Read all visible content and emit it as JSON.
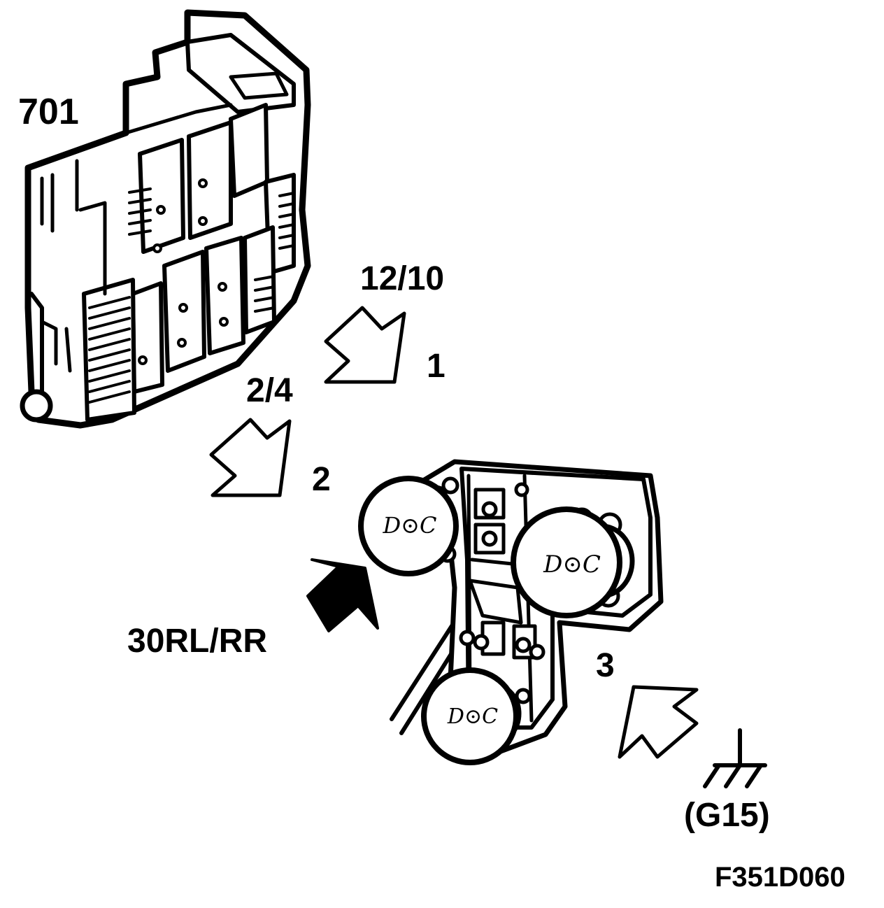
{
  "labels": {
    "unit_number": "701",
    "connector_1": "12/10",
    "pin_1": "1",
    "connector_2": "2/4",
    "pin_2": "2",
    "power_supply": "30RL/RR",
    "pin_3": "3",
    "ground_point": "(G15)",
    "figure_code": "F351D060"
  },
  "bulb_markings": [
    "D⊙C",
    "D⊙C",
    "D⊙C"
  ]
}
